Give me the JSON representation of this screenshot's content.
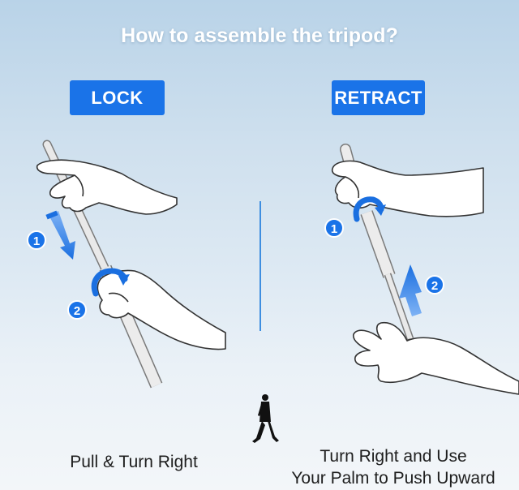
{
  "title": "How to assemble the tripod?",
  "lock": {
    "label": "LOCK",
    "step1": "1",
    "step2": "2",
    "caption": "Pull & Turn Right"
  },
  "retract": {
    "label": "RETRACT",
    "step1": "1",
    "step2": "2",
    "caption_line1": "Turn Right and Use",
    "caption_line2": "Your Palm to Push Upward"
  },
  "colors": {
    "accent": "#1a73e8",
    "divider": "#3e8ee0"
  }
}
